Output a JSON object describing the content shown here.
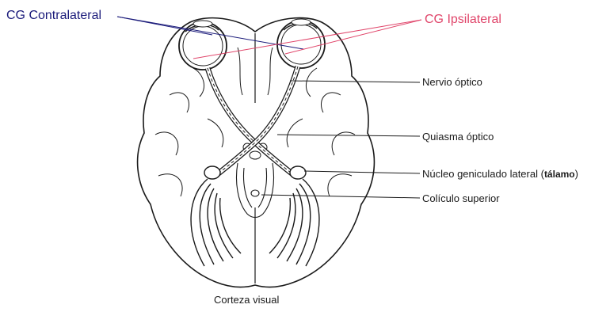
{
  "colors": {
    "contralateral": "#1a1a7a",
    "ipsilateral": "#e0456a",
    "ink": "#1a1a1a"
  },
  "labels": {
    "cg_contralateral": "CG Contralateral",
    "cg_ipsilateral": "CG Ipsilateral",
    "nervio_optico": "Nervio óptico",
    "quiasma_optico": "Quiasma óptico",
    "nucleo_geniculado_prefix": "Núcleo geniculado lateral (",
    "nucleo_geniculado_talamo": "tálamo",
    "nucleo_geniculado_suffix": ")",
    "coliculo_superior": "Colículo superior",
    "corteza_visual": "Corteza visual"
  }
}
